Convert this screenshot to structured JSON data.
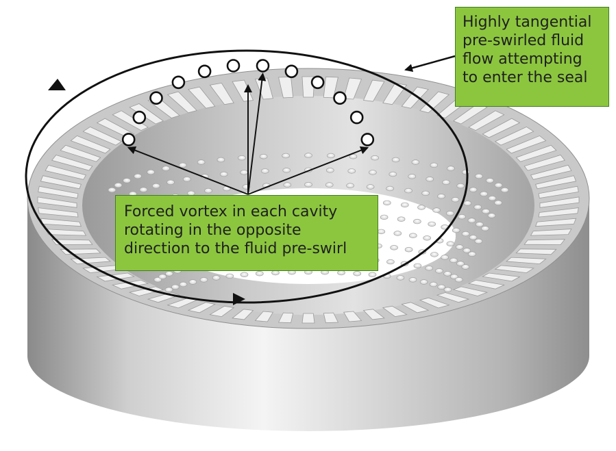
{
  "colors": {
    "callout_fill": "#8cc63f",
    "callout_border": "#3f7d1c",
    "arrow": "#111111",
    "metal_light": "#e6e6e6",
    "metal_dark": "#7a7a7a"
  },
  "callouts": {
    "top_right": {
      "lines": [
        "Highly tangential",
        "pre-swirled fluid",
        "flow attempting",
        "to enter the seal"
      ]
    },
    "center": {
      "lines": [
        "Forced vortex in each cavity",
        "rotating in the opposite",
        "direction to the fluid pre-swirl"
      ]
    }
  },
  "seal": {
    "tooth_count": 72,
    "vortex_count": 12,
    "radial_arrow_count": 4
  }
}
